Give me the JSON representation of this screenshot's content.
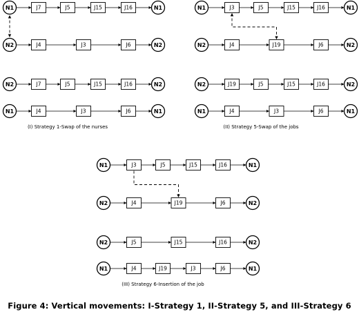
{
  "panels": [
    {
      "id": "I",
      "caption": "(I) Strategy 1-Swap of the nurses",
      "routes": [
        {
          "start": "N1",
          "jobs": [
            "J7",
            "J5",
            "J15",
            "J16"
          ],
          "end": "N1"
        },
        {
          "start": "N2",
          "jobs": [
            "J4",
            "J3",
            "J6"
          ],
          "end": "N2"
        },
        {
          "start": "N2",
          "jobs": [
            "J7",
            "J5",
            "J15",
            "J16"
          ],
          "end": "N2"
        },
        {
          "start": "N1",
          "jobs": [
            "J4",
            "J3",
            "J6"
          ],
          "end": "N1"
        }
      ],
      "movement": {
        "from": "N1",
        "to": "N2",
        "style": "dashed",
        "direction": "both"
      }
    },
    {
      "id": "II",
      "caption": "(II) Strategy 5-Swap of the jobs",
      "routes": [
        {
          "start": "N1",
          "jobs": [
            "J3",
            "J5",
            "J15",
            "J16"
          ],
          "end": "N1"
        },
        {
          "start": "N2",
          "jobs": [
            "J4",
            "J19",
            "J6"
          ],
          "end": "N2"
        },
        {
          "start": "N2",
          "jobs": [
            "J19",
            "J5",
            "J15",
            "J16"
          ],
          "end": "N2"
        },
        {
          "start": "N1",
          "jobs": [
            "J4",
            "J3",
            "J6"
          ],
          "end": "N1"
        }
      ],
      "movement": {
        "from": "J3",
        "to": "J19",
        "style": "dashed",
        "direction": "both"
      }
    },
    {
      "id": "III",
      "caption": "(III) Strategy 6-Insertion of the job",
      "routes": [
        {
          "start": "N1",
          "jobs": [
            "J3",
            "J5",
            "J15",
            "J16"
          ],
          "end": "N1"
        },
        {
          "start": "N2",
          "jobs": [
            "J4",
            "J19",
            "J6"
          ],
          "end": "N2"
        },
        {
          "start": "N2",
          "jobs": [
            "J5",
            "J15",
            "J16"
          ],
          "end": "N2"
        },
        {
          "start": "N1",
          "jobs": [
            "J4",
            "J19",
            "J3",
            "J6"
          ],
          "end": "N1"
        }
      ],
      "movement": {
        "from": "J3",
        "to": "J19",
        "style": "dashed",
        "direction": "forward"
      }
    }
  ],
  "figure_caption": "Figure 4: Vertical movements: I-Strategy 1, II-Strategy 5, and III-Strategy 6"
}
